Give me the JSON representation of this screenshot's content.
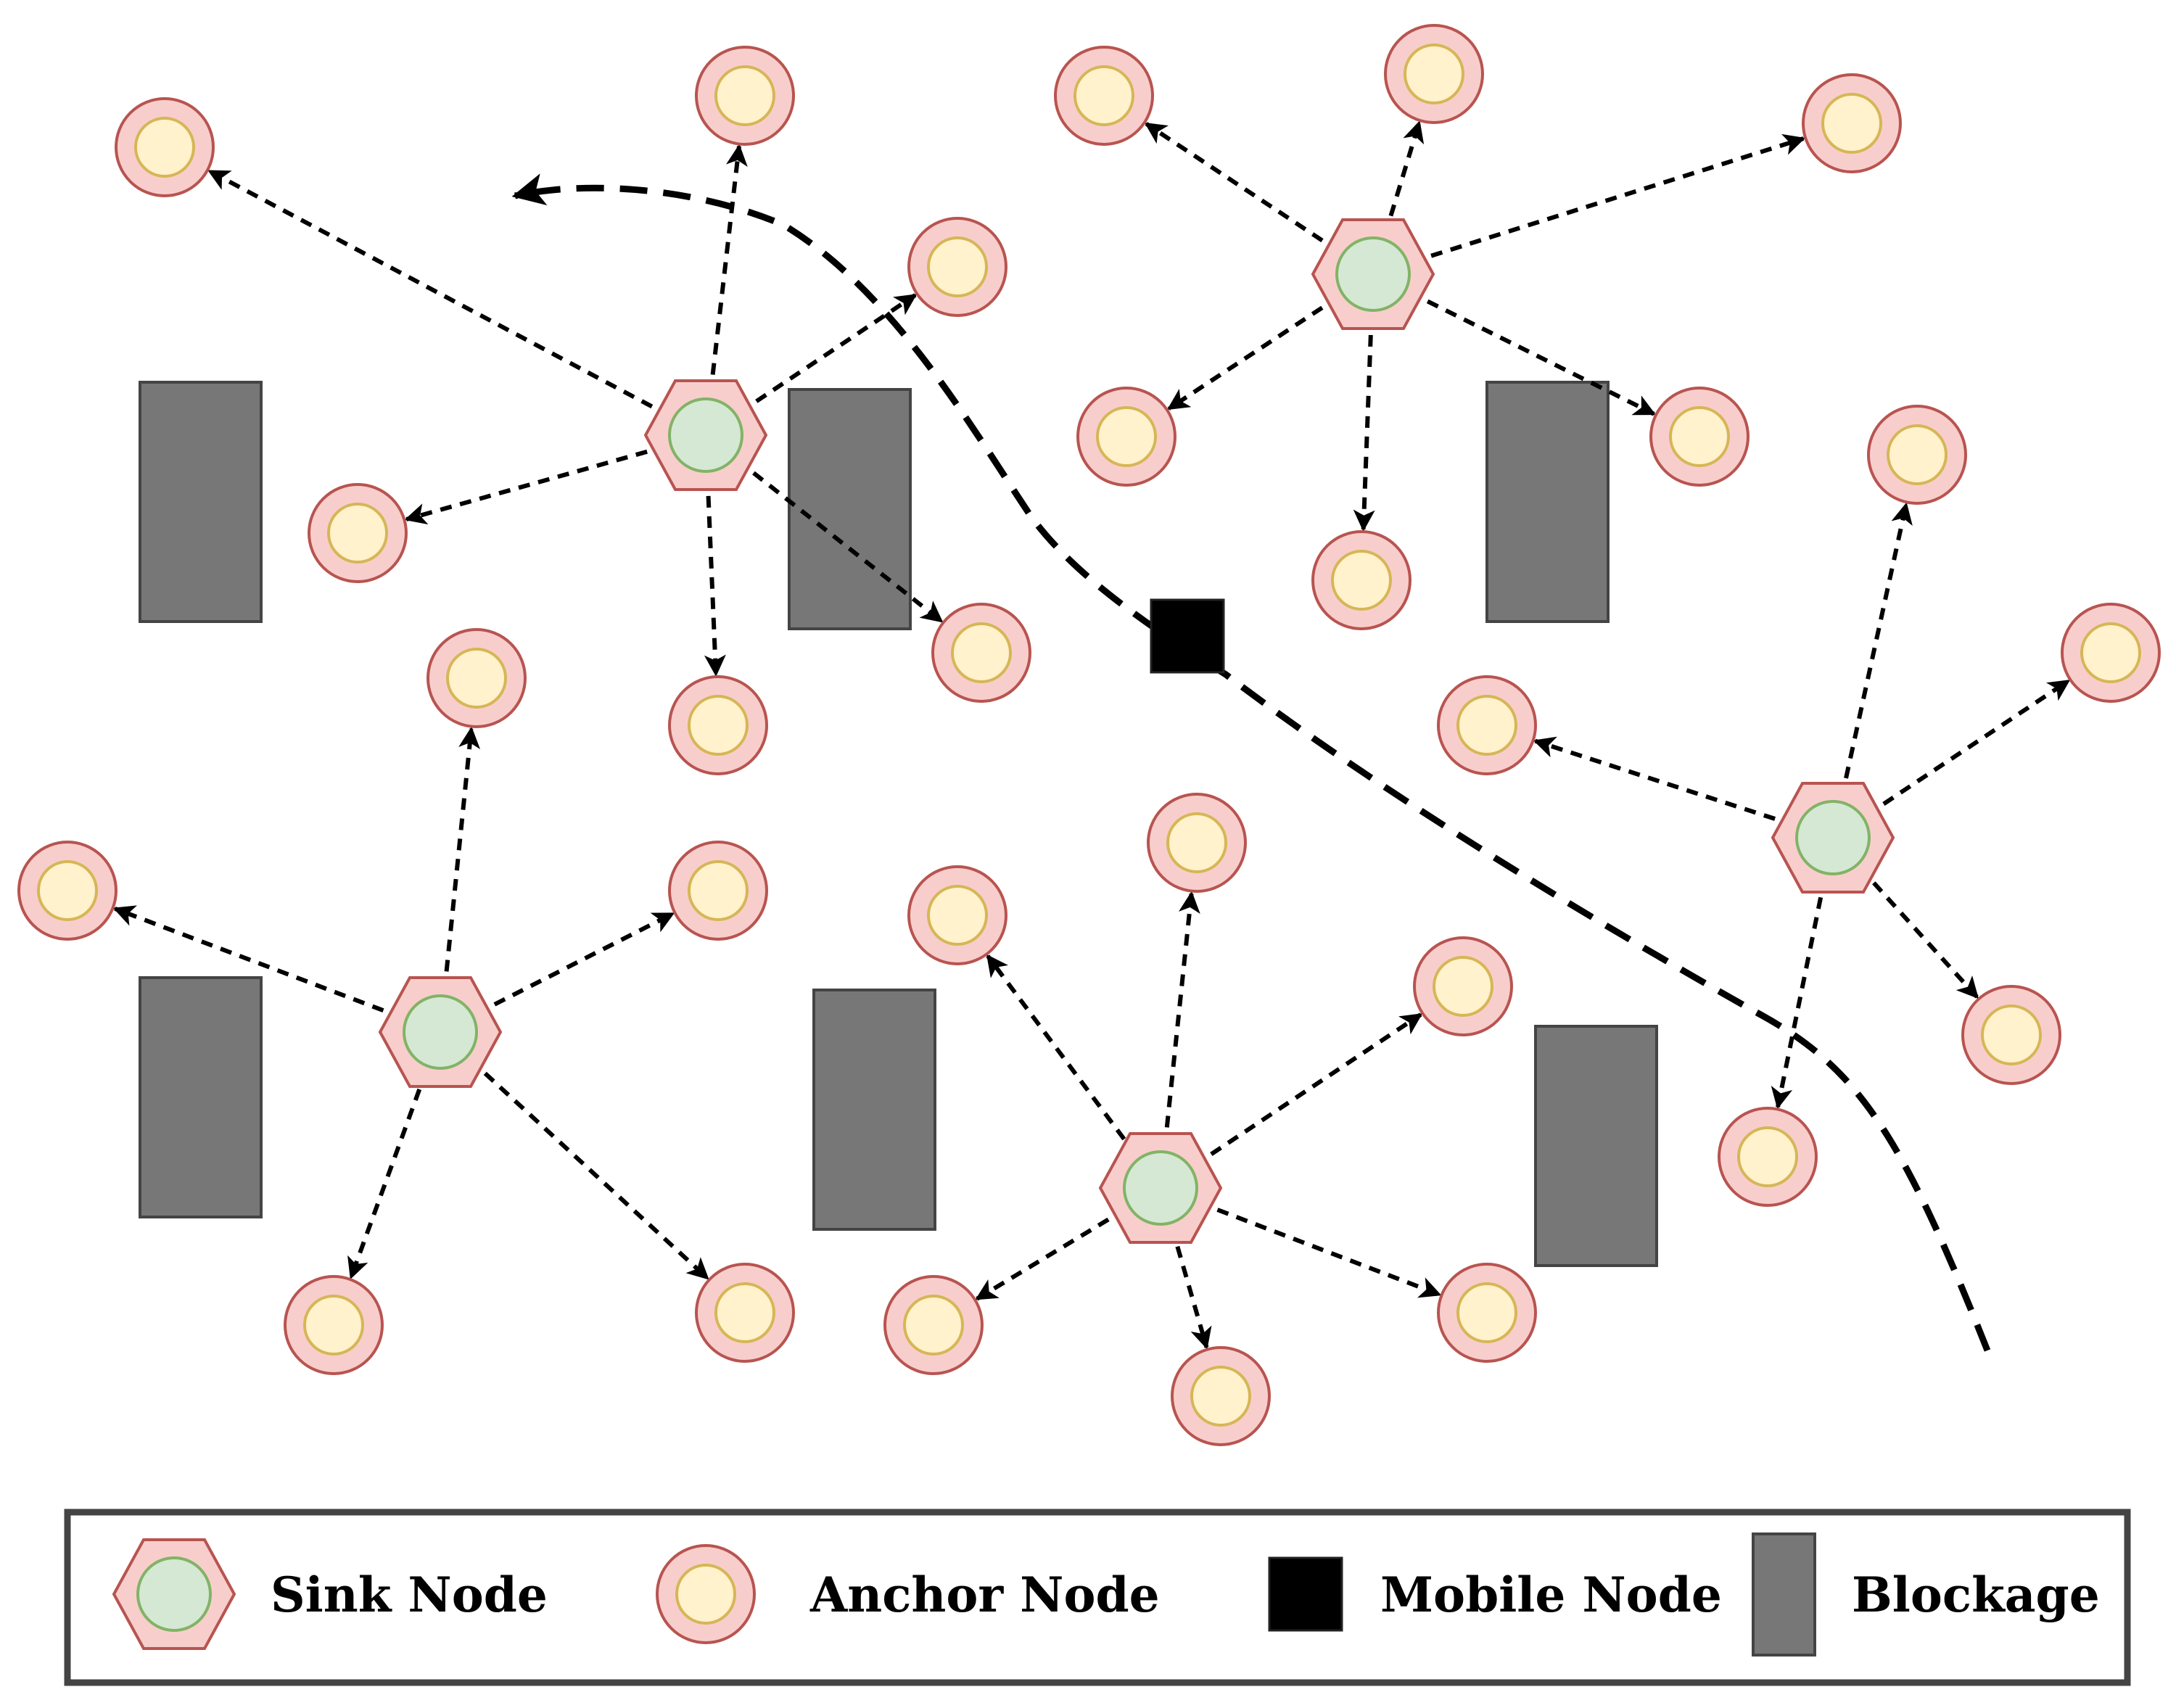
{
  "colors": {
    "sink_outer_fill": "#f8cecc",
    "sink_outer_stroke": "#b85450",
    "sink_inner_fill": "#d5e8d4",
    "sink_inner_stroke": "#82b366",
    "anchor_outer_fill": "#f8cecc",
    "anchor_outer_stroke": "#b85450",
    "anchor_inner_fill": "#fff2cc",
    "anchor_inner_stroke": "#d6b656",
    "mobile_fill": "#000000",
    "blockage_fill": "#777777",
    "blockage_stroke": "#444444",
    "legend_border": "#444444"
  },
  "legend": {
    "sink": "Sink Node",
    "anchor": "Anchor Node",
    "mobile": "Mobile Node",
    "blockage": "Blockage"
  }
}
